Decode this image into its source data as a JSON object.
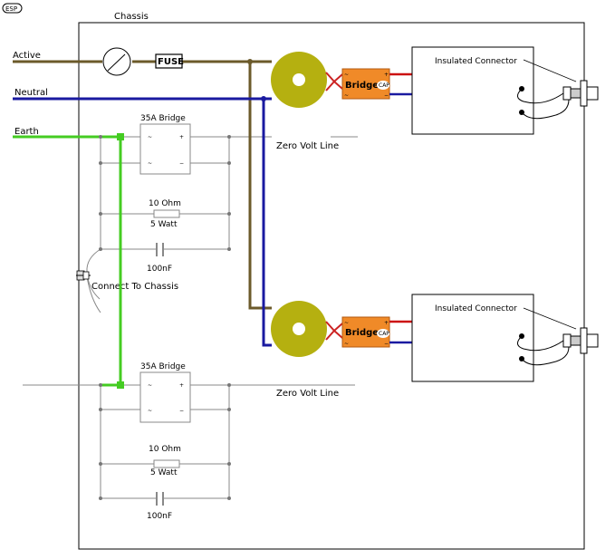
{
  "logo": "ESP",
  "labels": {
    "chassis": "Chassis",
    "active": "Active",
    "neutral": "Neutral",
    "earth": "Earth",
    "fuse": "FUSE",
    "bridge1": "35A Bridge",
    "bridge2": "35A Bridge",
    "zero_volt_1": "Zero Volt Line",
    "zero_volt_2": "Zero Volt Line",
    "res1_value": "10 Ohm",
    "res1_power": "5 Watt",
    "res2_value": "10 Ohm",
    "res2_power": "5 Watt",
    "cap1": "100nF",
    "cap2": "100nF",
    "connect_chassis": "Connect To Chassis",
    "insulated_1": "Insulated Connector",
    "insulated_2": "Insulated Connector",
    "psu_bridge_1": "Bridge",
    "psu_bridge_2": "Bridge",
    "psu_cap_1": "CAP",
    "psu_cap_2": "CAP",
    "ac": "~",
    "plus": "+",
    "minus": "−"
  },
  "colors": {
    "active": "#6b5a2a",
    "neutral": "#1a1aa0",
    "earth": "#44cc22",
    "toroid": "#b5b010",
    "bridge_module": "#f08a28",
    "dc_positive": "#cc1111",
    "dc_negative": "#1a1aa0",
    "wire_grey": "#888888"
  }
}
